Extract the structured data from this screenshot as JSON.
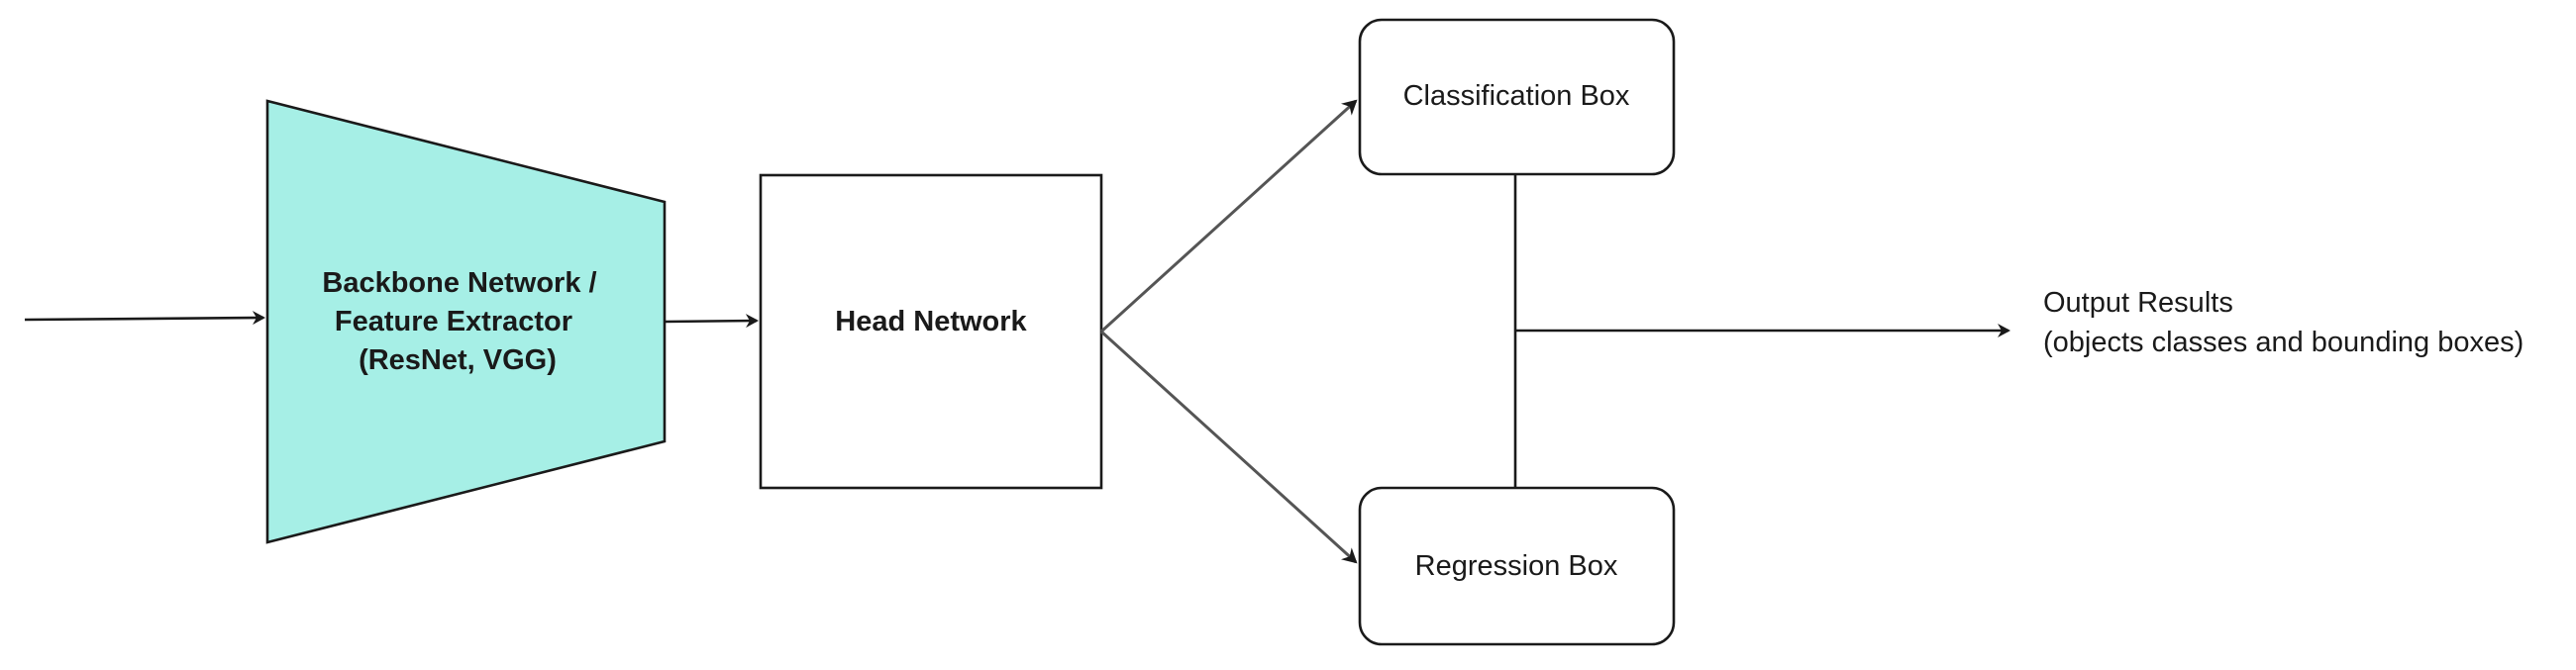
{
  "colors": {
    "backbone_fill": "#a6efe6",
    "stroke": "#1a1a1a",
    "branch_arrow": "#555555",
    "background": "#ffffff"
  },
  "nodes": {
    "backbone": {
      "shape": "trapezoid",
      "lines": [
        "Backbone Network /",
        "Feature Extractor",
        "(ResNet, VGG)"
      ]
    },
    "head": {
      "shape": "rectangle",
      "label": "Head Network"
    },
    "classification": {
      "shape": "rounded-rectangle",
      "label": "Classification Box"
    },
    "regression": {
      "shape": "rounded-rectangle",
      "label": "Regression Box"
    },
    "output": {
      "shape": "text",
      "lines": [
        "Output Results",
        "(objects classes and bounding boxes)"
      ]
    }
  },
  "edges": [
    {
      "from": "input",
      "to": "backbone"
    },
    {
      "from": "backbone",
      "to": "head"
    },
    {
      "from": "head",
      "to": "classification"
    },
    {
      "from": "head",
      "to": "regression"
    },
    {
      "from": "classification",
      "to": "regression"
    },
    {
      "from": "classification-regression-junction",
      "to": "output"
    }
  ]
}
